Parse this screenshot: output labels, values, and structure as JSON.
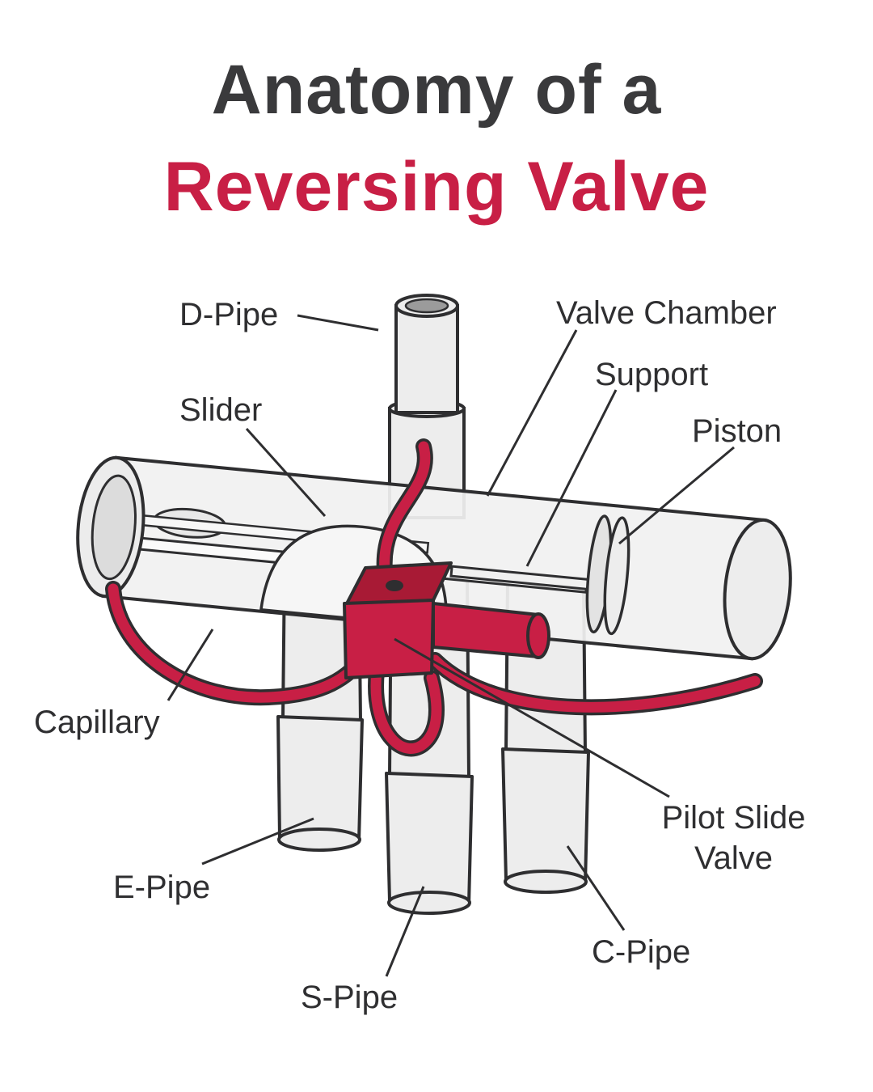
{
  "title": {
    "line1": "Anatomy of a",
    "line2": "Reversing Valve"
  },
  "colors": {
    "title_dark": "#3a3a3c",
    "accent_red": "#c81f45",
    "outline_dark": "#2e2e30",
    "pipe_fill": "#ededed"
  },
  "diagram": {
    "labels": [
      {
        "id": "d-pipe",
        "text": "D-Pipe"
      },
      {
        "id": "valve-chamber",
        "text": "Valve Chamber"
      },
      {
        "id": "support",
        "text": "Support"
      },
      {
        "id": "piston",
        "text": "Piston"
      },
      {
        "id": "slider",
        "text": "Slider"
      },
      {
        "id": "capillary",
        "text": "Capillary"
      },
      {
        "id": "e-pipe",
        "text": "E-Pipe"
      },
      {
        "id": "s-pipe",
        "text": "S-Pipe"
      },
      {
        "id": "pilot-slide-valve",
        "text": "Pilot Slide Valve"
      },
      {
        "id": "c-pipe",
        "text": "C-Pipe"
      }
    ]
  }
}
